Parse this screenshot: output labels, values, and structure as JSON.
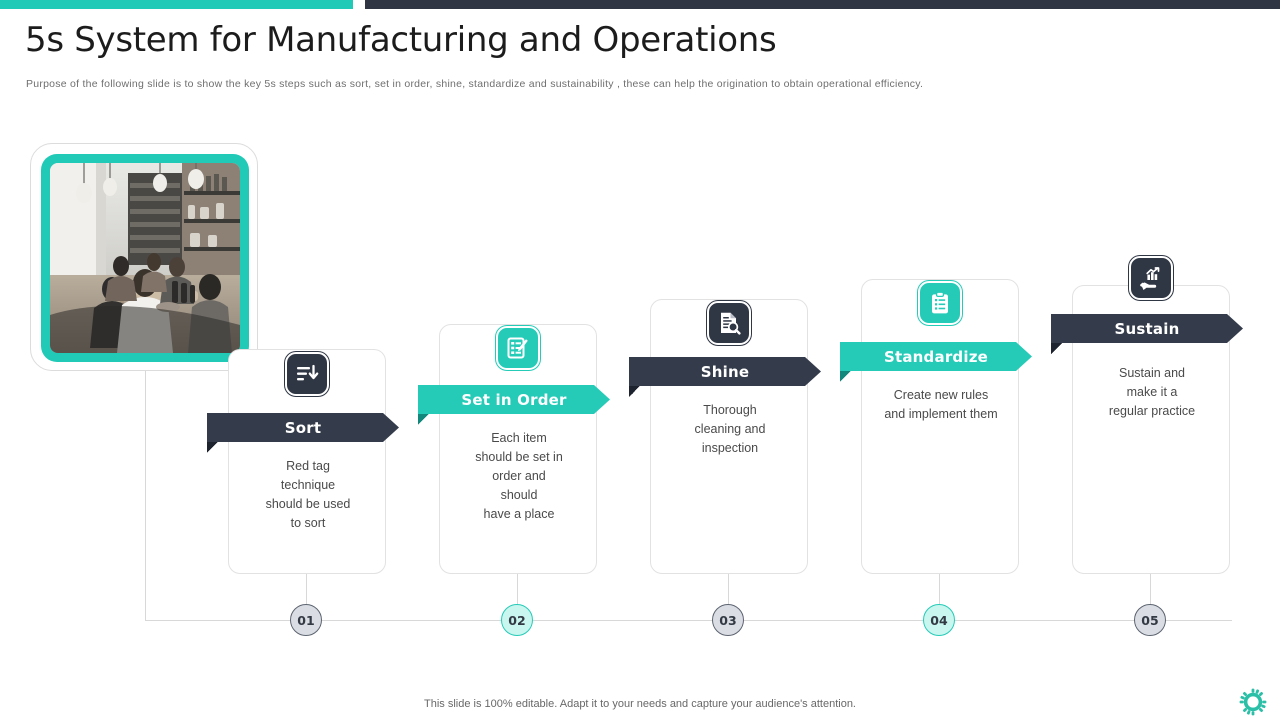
{
  "topbar": {
    "teal_color": "#21c9b7",
    "dark_color": "#2f3542"
  },
  "header": {
    "title": "5s System for Manufacturing and Operations",
    "subtitle": "Purpose of the following slide is to show the key 5s steps such as sort, set in order,  shine, standardize  and sustainability , these can help the origination  to  obtain operational  efficiency."
  },
  "photo": {
    "alt": "team meeting in industrial cafe",
    "frame_color": "#21c9b7"
  },
  "steps": [
    {
      "number": "01",
      "title": "Sort",
      "body": "Red tag\ntechnique\nshould be used\nto sort",
      "theme": "dark",
      "banner_color": "#343b4a",
      "icon": "sort-descending-icon",
      "circle_style": "gray"
    },
    {
      "number": "02",
      "title": "Set in Order",
      "body": "Each item\nshould be set in\norder and\nshould\nhave a place",
      "theme": "teal",
      "banner_color": "#26cbb8",
      "icon": "checklist-pencil-icon",
      "circle_style": "teal"
    },
    {
      "number": "03",
      "title": "Shine",
      "body": "Thorough\ncleaning and\ninspection",
      "theme": "dark",
      "banner_color": "#343b4a",
      "icon": "document-search-icon",
      "circle_style": "gray"
    },
    {
      "number": "04",
      "title": "Standardize",
      "body": "Create new rules\nand implement them",
      "theme": "teal",
      "banner_color": "#26cbb8",
      "icon": "clipboard-list-icon",
      "circle_style": "teal"
    },
    {
      "number": "05",
      "title": "Sustain",
      "body": "Sustain and\nmake it a\nregular practice",
      "theme": "dark",
      "banner_color": "#343b4a",
      "icon": "hand-growth-chart-icon",
      "circle_style": "gray"
    }
  ],
  "footer": {
    "note": "This slide is 100% editable. Adapt it to your needs and capture your audience's attention.",
    "logo": "gear-icon",
    "logo_color": "#2bbfa8"
  }
}
